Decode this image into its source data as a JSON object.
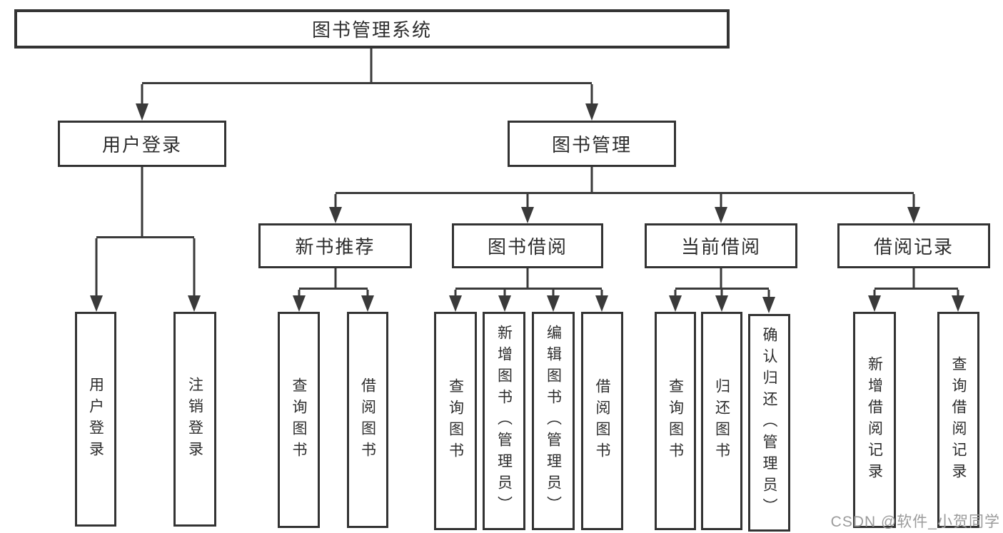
{
  "diagram": {
    "root": {
      "label": "图书管理系统"
    },
    "level2": [
      {
        "label": "用户登录"
      },
      {
        "label": "图书管理"
      }
    ],
    "level3": [
      {
        "label": "新书推荐"
      },
      {
        "label": "图书借阅"
      },
      {
        "label": "当前借阅"
      },
      {
        "label": "借阅记录"
      }
    ],
    "leaves": [
      {
        "label": "用户登录"
      },
      {
        "label": "注销登录"
      },
      {
        "label": "查询图书"
      },
      {
        "label": "借阅图书"
      },
      {
        "label": "查询图书"
      },
      {
        "label": "新增图书（管理员）"
      },
      {
        "label": "编辑图书（管理员）"
      },
      {
        "label": "借阅图书"
      },
      {
        "label": "查询图书"
      },
      {
        "label": "归还图书"
      },
      {
        "label": "确认归还（管理员）"
      },
      {
        "label": "新增借阅记录"
      },
      {
        "label": "查询借阅记录"
      }
    ]
  },
  "watermark": {
    "text": "CSDN @软件_小贺同学"
  },
  "colors": {
    "line": "#3a3a3a",
    "border": "#333333",
    "text": "#2d2d2d",
    "watermark": "#9b9b9b",
    "background": "#ffffff"
  }
}
